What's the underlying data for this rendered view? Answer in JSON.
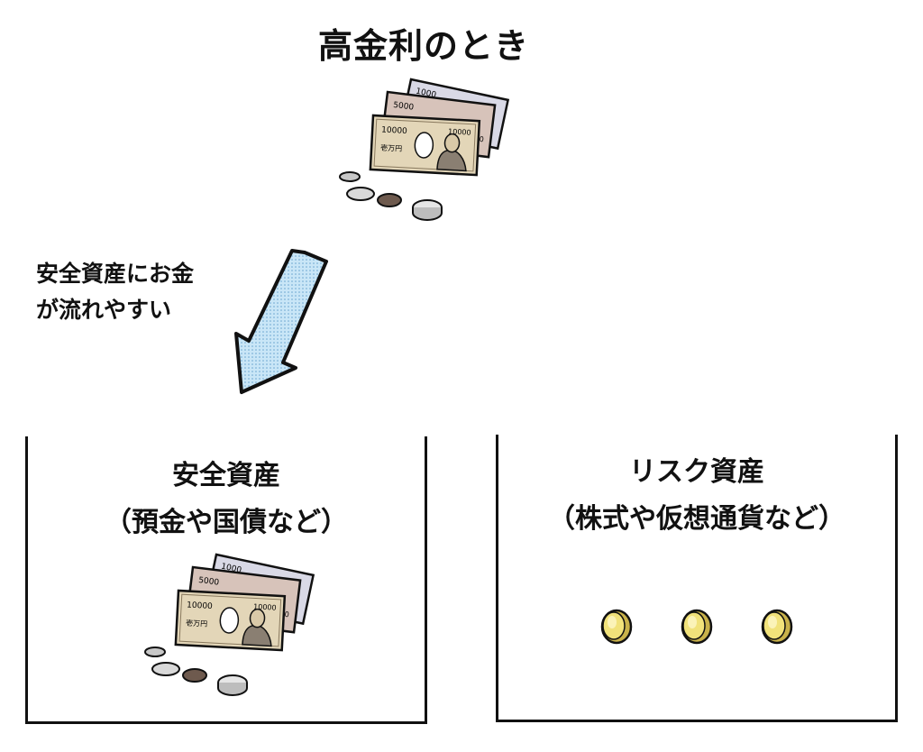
{
  "title": "高金利のとき",
  "arrow_label": {
    "line1": "安全資産にお金",
    "line2": "が流れやすい"
  },
  "boxes": {
    "safe": {
      "title": "安全資産",
      "subtitle": "（預金や国債など）"
    },
    "risk": {
      "title": "リスク資産",
      "subtitle": "（株式や仮想通貨など）"
    }
  },
  "banknotes": {
    "back_denomination": "1000",
    "middle_denomination": "5000",
    "front_denomination": "10000",
    "front_text": "壱万円"
  },
  "icons": [
    "money-stack-icon",
    "arrow-down-left-icon",
    "gold-coin-icon"
  ],
  "colors": {
    "outline": "#111111",
    "arrow_fill": "#c9e6f7",
    "note_1000": "#d9d9e6",
    "note_5000": "#d7c3ba",
    "note_10000": "#e3d6b8",
    "coin_gold": "#f1e27a"
  }
}
